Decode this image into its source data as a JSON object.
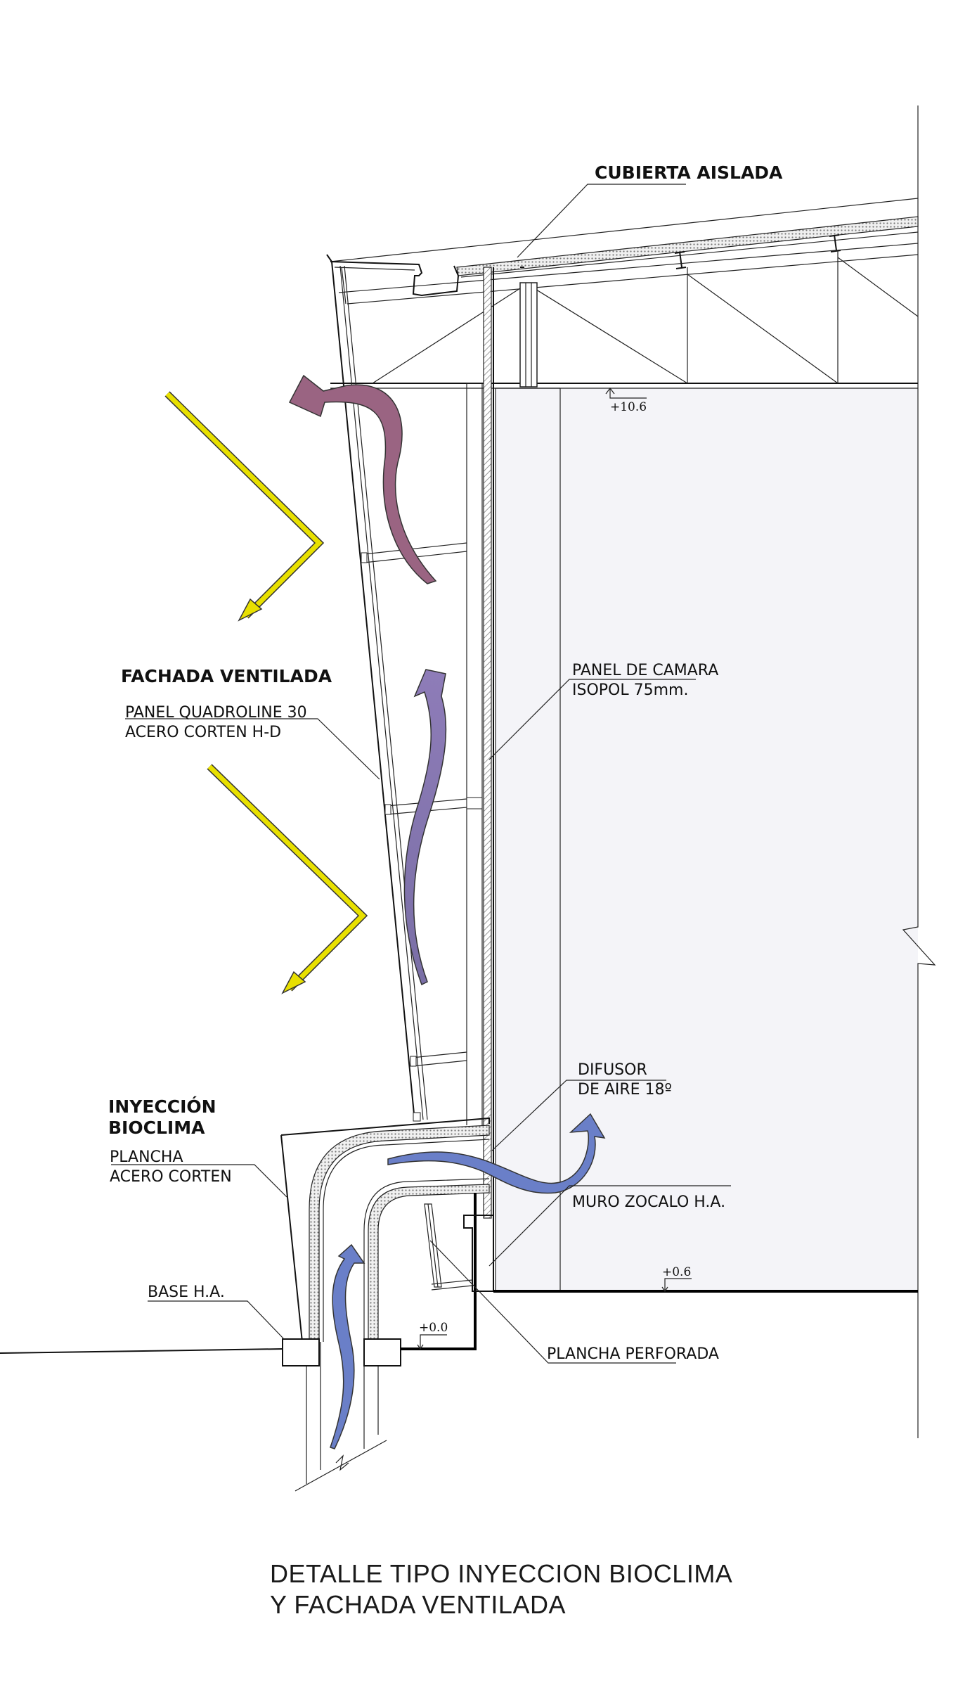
{
  "title": {
    "line1": "DETALLE TIPO INYECCION BIOCLIMA",
    "line2": "Y FACHADA VENTILADA"
  },
  "labels": {
    "cubierta": "CUBIERTA AISLADA",
    "fachada_heading": "FACHADA VENTILADA",
    "panel_quadroline_1": "PANEL QUADROLINE 30",
    "panel_quadroline_2": "ACERO CORTEN H-D",
    "panel_camara_1": "PANEL DE CAMARA",
    "panel_camara_2": "ISOPOL 75mm.",
    "inyeccion_1": "INYECCIÓN",
    "inyeccion_2": "BIOCLIMA",
    "plancha_1": "PLANCHA",
    "plancha_2": "ACERO CORTEN",
    "difusor_1": "DIFUSOR",
    "difusor_2": "DE AIRE 18º",
    "muro_zocalo": "MURO ZOCALO H.A.",
    "base": "BASE H.A.",
    "plancha_perforada": "PLANCHA PERFORADA"
  },
  "levels": {
    "top": "+10.6",
    "floor": "+0.6",
    "ground": "+0.0"
  },
  "colors": {
    "sun_arrow": "#e8e000",
    "hot_air_arrow": "#9a6482",
    "mid_air_arrow": "#7f74aa",
    "cool_air_arrow": "#6a7fc8",
    "interior_fill": "#f4f4f8"
  }
}
